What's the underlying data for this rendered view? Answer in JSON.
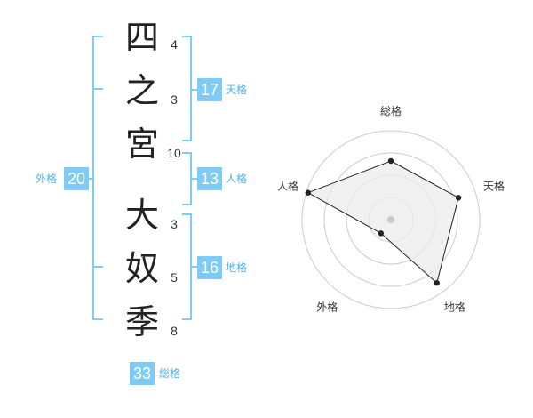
{
  "name": {
    "chars": [
      {
        "char": "四",
        "strokes": "4"
      },
      {
        "char": "之",
        "strokes": "3"
      },
      {
        "char": "宮",
        "strokes": "10"
      },
      {
        "char": "大",
        "strokes": "3"
      },
      {
        "char": "奴",
        "strokes": "5"
      },
      {
        "char": "季",
        "strokes": "8"
      }
    ]
  },
  "fortunes": {
    "tenkaku": {
      "value": "17",
      "label": "天格"
    },
    "jinkaku": {
      "value": "13",
      "label": "人格"
    },
    "chikaku": {
      "value": "16",
      "label": "地格"
    },
    "gaikaku": {
      "value": "20",
      "label": "外格"
    },
    "soukaku": {
      "value": "33",
      "label": "総格"
    }
  },
  "chart_data": {
    "type": "radar",
    "axes": [
      "総格",
      "天格",
      "地格",
      "外格",
      "人格"
    ],
    "values": [
      0.66,
      0.8,
      0.88,
      0.19,
      0.98
    ],
    "range": [
      0,
      1
    ],
    "rings": 4,
    "colors": {
      "fill": "#ebebeb",
      "line": "#222222",
      "grid": "#cccccc",
      "center": "#c8c8c8"
    }
  },
  "colors": {
    "accent": "#7fcbf3",
    "accent_text": "#4fb4ea"
  }
}
